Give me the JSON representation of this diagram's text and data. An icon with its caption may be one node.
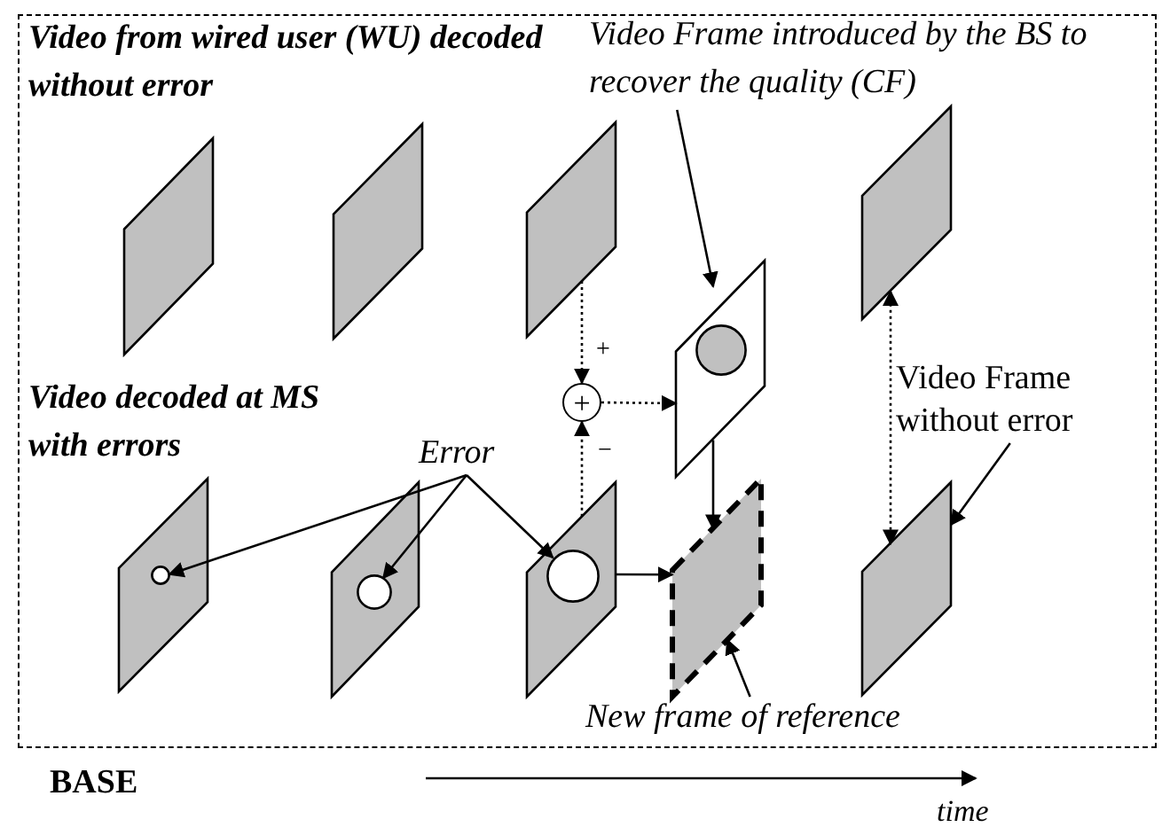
{
  "diagram": {
    "nodes": [
      {
        "text": [],
        "shape": "parallelogram"
      },
      {
        "text": [],
        "shape": "parallelogram"
      },
      {
        "text": [],
        "shape": "parallelogram"
      },
      {
        "text": [
          "Video Frame introduced by the BS to recover the quality (CF)"
        ]
      },
      {
        "text": [],
        "shape": "parallelogram"
      },
      {
        "text": [
          "+"
        ]
      },
      {
        "text": [],
        "shape": "parallelogram"
      },
      {
        "text": [],
        "shape": "circle",
        "in": 6
      },
      {
        "text": [
          "Video Frame without error"
        ]
      },
      {
        "text": [
          "Error"
        ]
      },
      {
        "text": [],
        "shape": "parallelogram"
      },
      {
        "text": [],
        "shape": "circle",
        "in": 10
      },
      {
        "text": [],
        "shape": "parallelogram"
      },
      {
        "text": [],
        "shape": "circle",
        "in": 12
      },
      {
        "text": [],
        "shape": "parallelogram"
      },
      {
        "text": [],
        "shape": "circle",
        "in": 14
      },
      {
        "text": [],
        "shape": "parallelogram"
      },
      {
        "text": [],
        "shape": "parallelogram"
      },
      {
        "text": [
          "New frame of reference"
        ]
      }
    ],
    "edges": [
      {
        "from": 2,
        "to": 5,
        "arrow": "to",
        "style": "dashed"
      },
      {
        "from": 14,
        "to": 5,
        "arrow": "to",
        "style": "dashed"
      },
      {
        "from": 5,
        "to": 6,
        "arrow": "to",
        "style": "dashed"
      },
      {
        "from": 6,
        "to": 16,
        "arrow": "to"
      },
      {
        "from": 14,
        "to": 16,
        "arrow": "to"
      },
      {
        "from": 4,
        "to": 17,
        "arrow": "both",
        "style": "dashed"
      },
      {
        "from": 9,
        "to": 11,
        "arrow": "to"
      },
      {
        "from": 9,
        "to": 13,
        "arrow": "to"
      },
      {
        "from": 9,
        "to": 15,
        "arrow": "to"
      },
      {
        "from": 3,
        "to": 6,
        "arrow": "to"
      },
      {
        "from": 8,
        "to": 17,
        "arrow": "to"
      },
      {
        "from": 18,
        "to": 16,
        "arrow": "to"
      }
    ],
    "labels": [
      "Video from wired user (WU) decoded without error",
      "Video decoded at MS with errors",
      "+",
      "−",
      "BASE",
      "time"
    ]
  }
}
